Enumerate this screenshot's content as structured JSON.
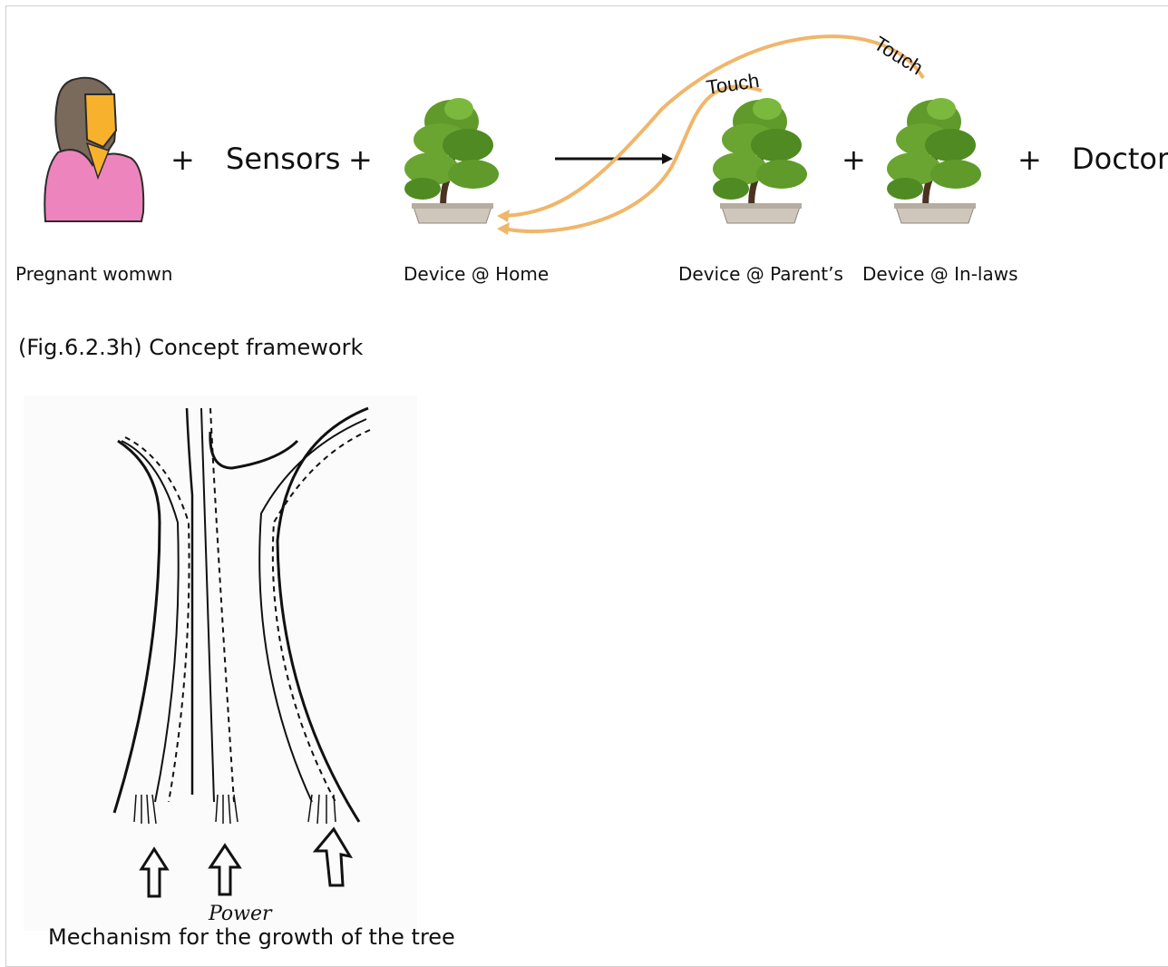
{
  "diagram": {
    "operators": {
      "plus_1": "+",
      "sensors": "Sensors",
      "plus_2": "+",
      "plus_3": "+",
      "plus_4": "+",
      "doctor": "Doctor"
    },
    "labels": {
      "woman": "Pregnant womwn",
      "device_home": "Device @ Home",
      "device_parent": "Device @ Parent’s",
      "device_inlaws": "Device @ In-laws"
    },
    "arrow_labels": {
      "touch_parent": "Touch",
      "touch_inlaws": "Touch"
    },
    "caption": "(Fig.6.2.3h) Concept framework",
    "colors": {
      "connector": "#f0b66a",
      "woman_hair": "#7a6a5c",
      "woman_skin": "#f8b12c",
      "woman_shirt": "#ee84bd",
      "pot": "#cfc7bc",
      "foliage": "#5f9a2a"
    }
  },
  "sketch": {
    "power_label": "Power",
    "caption": "Mechanism for the growth of the tree"
  }
}
